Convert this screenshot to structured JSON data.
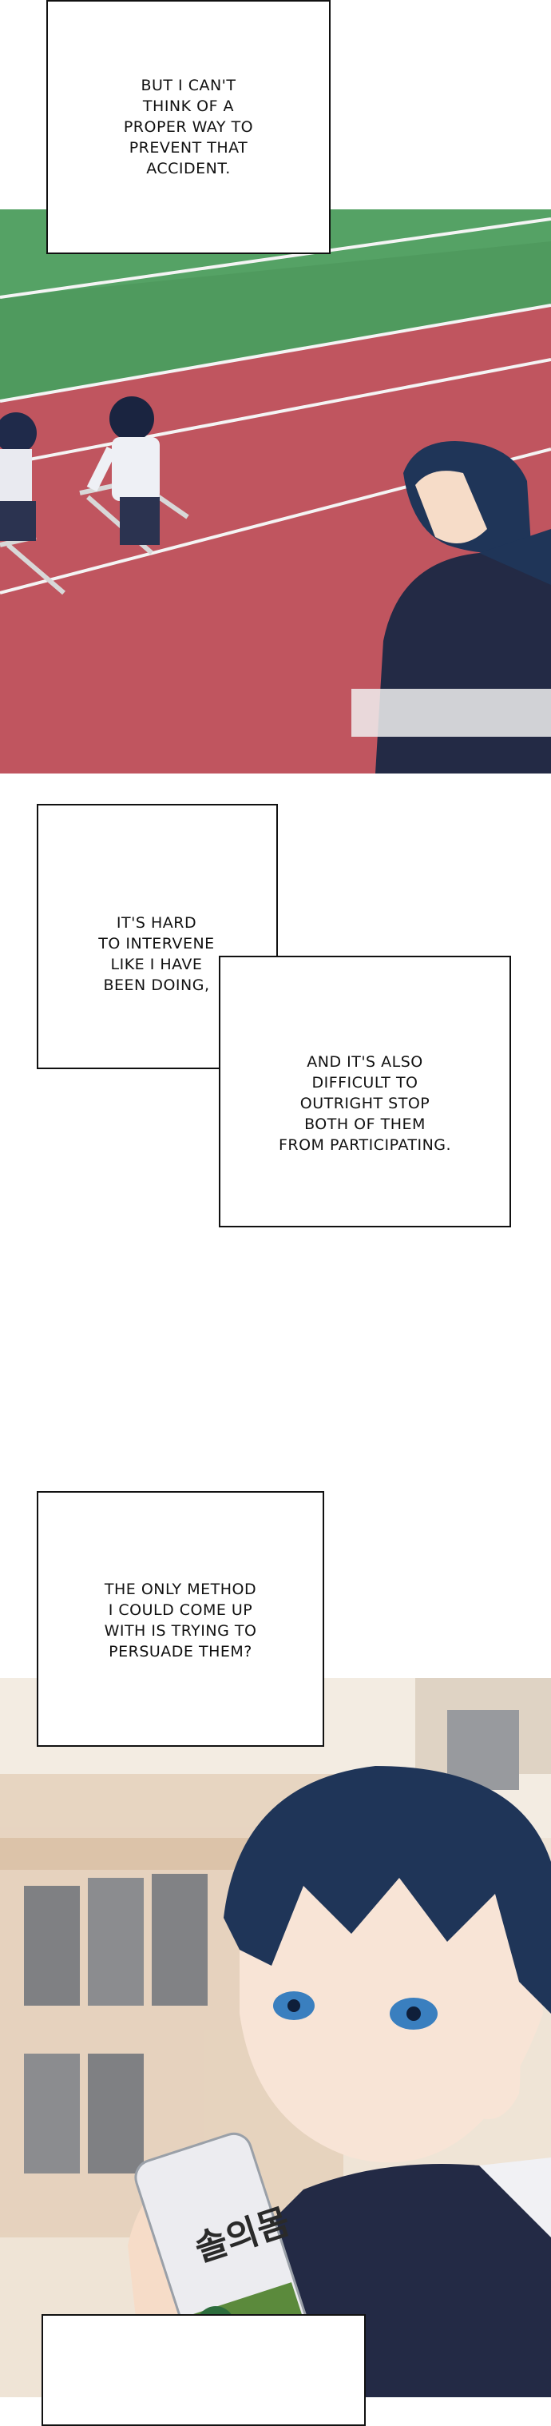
{
  "captions": {
    "c1": [
      "BUT I CAN'T",
      "THINK OF A",
      "PROPER WAY TO",
      "PREVENT THAT",
      "ACCIDENT."
    ],
    "c2a": [
      "IT'S HARD",
      "TO INTERVENE",
      "LIKE I HAVE",
      "BEEN DOING,"
    ],
    "c2b": [
      "AND IT'S ALSO",
      "DIFFICULT TO",
      "OUTRIGHT STOP",
      "BOTH OF THEM",
      "FROM PARTICIPATING."
    ],
    "c3": [
      "THE ONLY METHOD",
      "I COULD COME UP",
      "WITH IS TRYING TO",
      "PERSUADE THEM?"
    ]
  },
  "can_label": "솔의몸",
  "colors": {
    "track": "#c0555f",
    "field": "#4f9a5e",
    "hair": "#1f3558",
    "shirt": "#232a45"
  }
}
